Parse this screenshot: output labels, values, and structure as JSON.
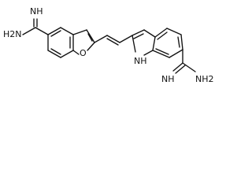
{
  "diagram": {
    "kind": "skeletal-structure",
    "labels": {
      "imine_nh_top": "NH",
      "amine_h2n_left": "H2N",
      "furan_o": "O",
      "indole_nh": "NH",
      "imine_nh_bottom": "NH",
      "amine_nh2_right": "NH2"
    }
  }
}
